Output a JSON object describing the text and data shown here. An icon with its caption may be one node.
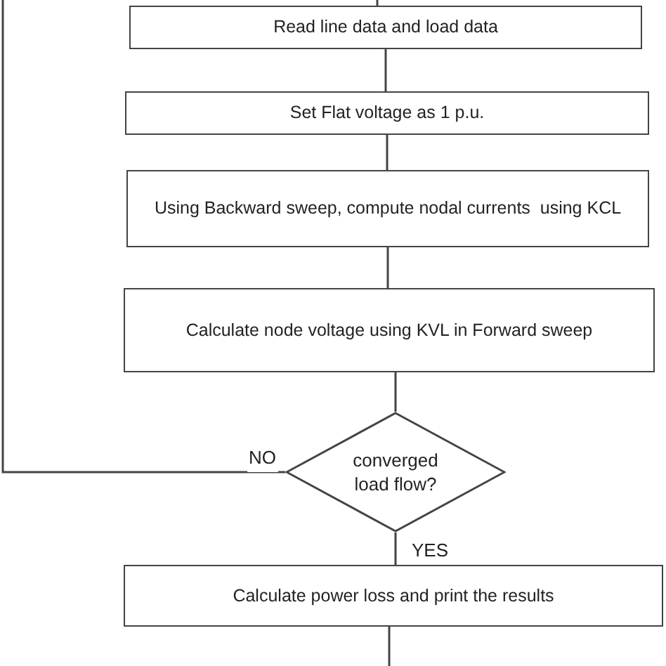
{
  "diagram": {
    "nodes": [
      {
        "text": [
          "Read line data and load data"
        ]
      },
      {
        "text": [
          "Set Flat voltage as 1 p.u."
        ]
      },
      {
        "text": [
          "Using Backward sweep, compute nodal currents  using KCL"
        ]
      },
      {
        "text": [
          "Calculate node voltage using KVL in Forward sweep"
        ]
      },
      {
        "text": [
          "converged load flow?"
        ]
      },
      {
        "text": [
          "Calculate power loss and print the results"
        ]
      }
    ],
    "edges": [
      {
        "from": null,
        "to": 0,
        "arrow": "none"
      },
      {
        "from": 0,
        "to": 1,
        "arrow": "none"
      },
      {
        "from": 1,
        "to": 2,
        "arrow": "none"
      },
      {
        "from": 2,
        "to": 3,
        "arrow": "none"
      },
      {
        "from": 3,
        "to": 4,
        "arrow": "none"
      },
      {
        "from": 4,
        "to": null,
        "arrow": "none",
        "label": "NO"
      },
      {
        "from": 4,
        "to": 5,
        "arrow": "none",
        "label": "YES"
      },
      {
        "from": 5,
        "to": null,
        "arrow": "none"
      }
    ]
  }
}
